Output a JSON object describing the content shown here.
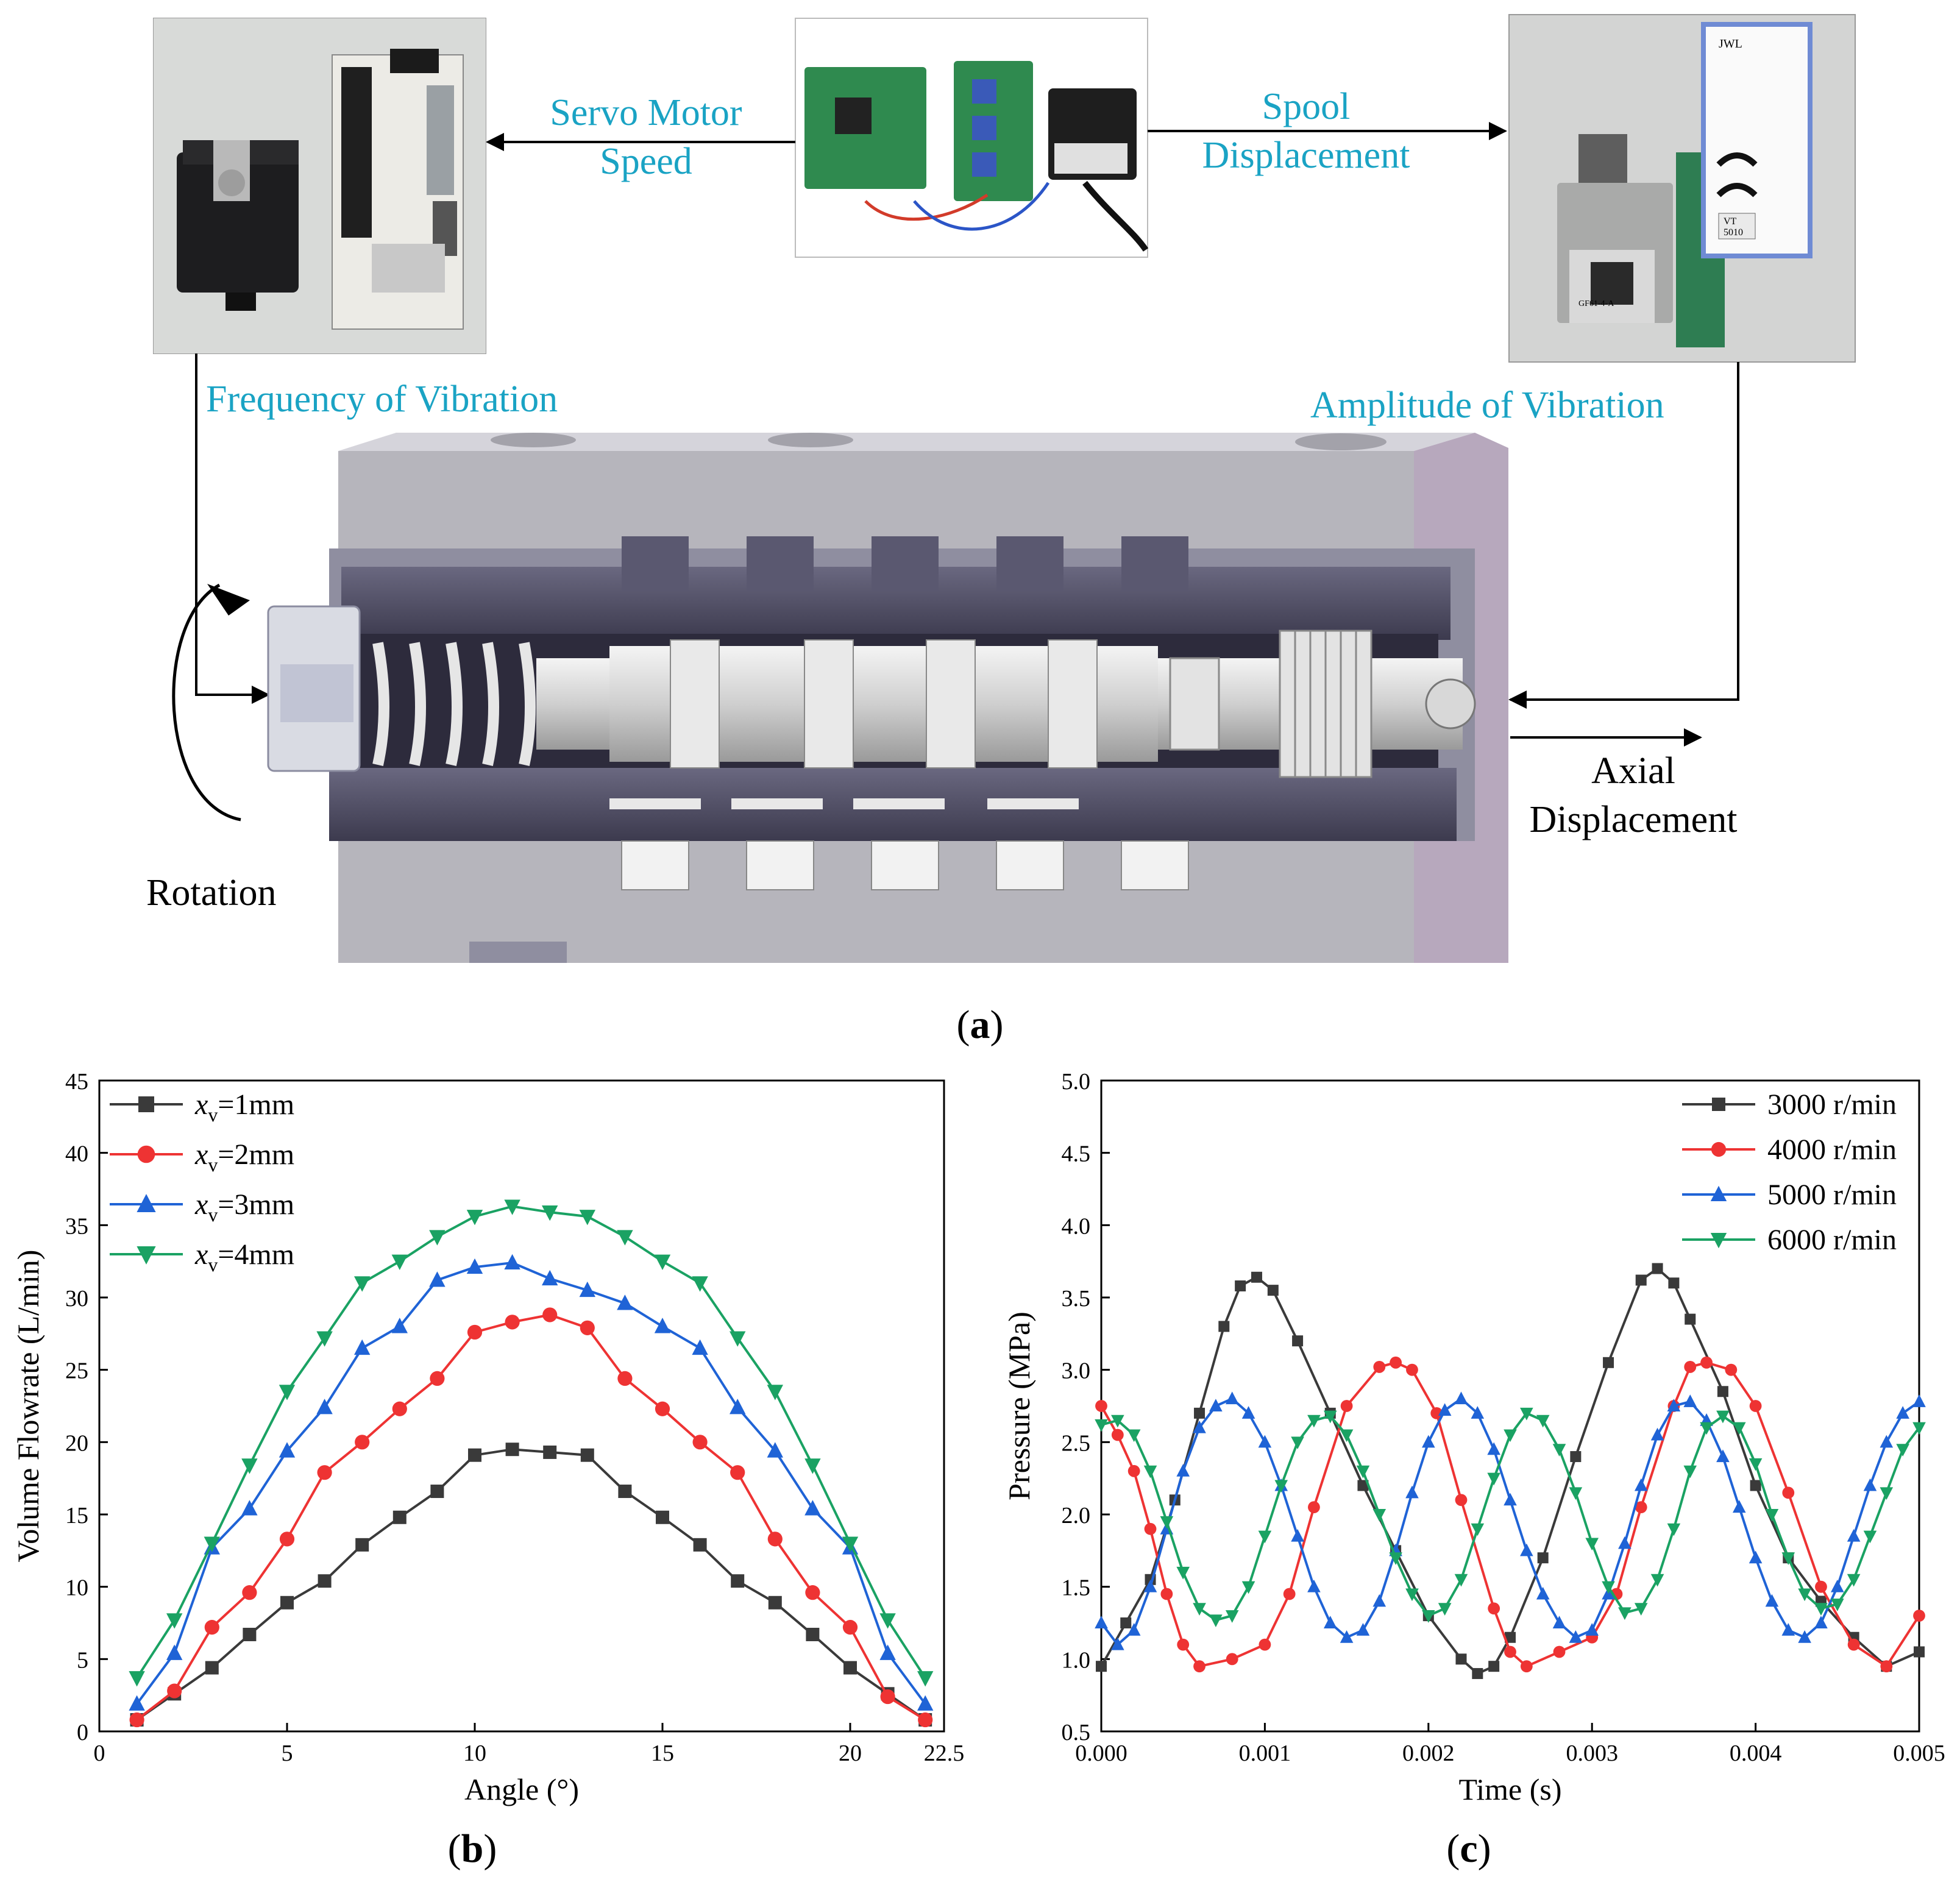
{
  "diagram": {
    "labels": {
      "servo_motor_speed": [
        "Servo Motor",
        "Speed"
      ],
      "spool_displacement": [
        "Spool",
        "Displacement"
      ],
      "frequency_of_vibration": "Frequency of Vibration",
      "amplitude_of_vibration": "Amplitude of Vibration",
      "rotation": "Rotation",
      "axial_displacement": [
        "Axial",
        "Displacement"
      ]
    },
    "photo_text": {
      "controller_brand": "JWL",
      "controller_model": [
        "VT",
        "5010"
      ],
      "valve_model": "GF61-4-A"
    },
    "colors": {
      "cyan_label": "#1aa3c4",
      "body_grey": "#b6b5bc",
      "sleeve_dark": "#4f4d62",
      "spool_light": "#dedede"
    }
  },
  "captions": {
    "a": "a",
    "b": "b",
    "c": "c"
  },
  "chart_data": [
    {
      "id": "b",
      "type": "line",
      "xlabel": "Angle (°)",
      "ylabel": "Volume Flowrate (L/min)",
      "xlim": [
        0,
        22.5
      ],
      "ylim": [
        0,
        45
      ],
      "xticks": [
        "0",
        "5",
        "10",
        "15",
        "20",
        "22.5"
      ],
      "xtick_values": [
        0,
        5,
        10,
        15,
        20,
        22.5
      ],
      "yticks": [
        "0",
        "5",
        "10",
        "15",
        "20",
        "25",
        "30",
        "35",
        "40",
        "45"
      ],
      "legend_position": "top-left",
      "x": [
        1,
        2,
        3,
        4,
        5,
        6,
        7,
        8,
        9,
        10,
        11,
        12,
        13,
        14,
        15,
        16,
        17,
        18,
        19,
        20,
        21,
        22
      ],
      "series": [
        {
          "name": "x_v=1mm",
          "legend_main": "x",
          "legend_sub": "v",
          "legend_rest": "=1mm",
          "color": "#3a3a3a",
          "marker": "square",
          "values": [
            0.8,
            2.6,
            4.4,
            6.7,
            8.9,
            10.4,
            12.9,
            14.8,
            16.6,
            19.1,
            19.5,
            19.3,
            19.1,
            16.6,
            14.8,
            12.9,
            10.4,
            8.9,
            6.7,
            4.4,
            2.6,
            0.8
          ]
        },
        {
          "name": "x_v=2mm",
          "legend_main": "x",
          "legend_sub": "v",
          "legend_rest": "=2mm",
          "color": "#ee3333",
          "marker": "circle",
          "values": [
            0.8,
            2.8,
            7.2,
            9.6,
            13.3,
            17.9,
            20.0,
            22.3,
            24.4,
            27.6,
            28.3,
            28.8,
            27.9,
            24.4,
            22.3,
            20.0,
            17.9,
            13.3,
            9.6,
            7.2,
            2.4,
            0.8
          ]
        },
        {
          "name": "x_v=3mm",
          "legend_main": "x",
          "legend_sub": "v",
          "legend_rest": "=3mm",
          "color": "#1f63d6",
          "marker": "triangle-up",
          "values": [
            1.9,
            5.4,
            12.7,
            15.4,
            19.4,
            22.4,
            26.5,
            28.0,
            31.2,
            32.1,
            32.4,
            31.3,
            30.5,
            29.6,
            28.0,
            26.5,
            22.4,
            19.4,
            15.4,
            12.7,
            5.4,
            1.9
          ]
        },
        {
          "name": "x_v=4mm",
          "legend_main": "x",
          "legend_sub": "v",
          "legend_rest": "=4mm",
          "color": "#1aa263",
          "marker": "triangle-down",
          "values": [
            3.7,
            7.7,
            13.0,
            18.4,
            23.5,
            27.2,
            31.0,
            32.5,
            34.2,
            35.6,
            36.3,
            35.9,
            35.6,
            34.2,
            32.5,
            31.0,
            27.2,
            23.5,
            18.4,
            13.0,
            7.7,
            3.7
          ]
        }
      ]
    },
    {
      "id": "c",
      "type": "line",
      "xlabel": "Time (s)",
      "ylabel": "Pressure  (MPa)",
      "xlim": [
        0,
        0.005
      ],
      "ylim": [
        0.5,
        5.0
      ],
      "xticks": [
        "0.000",
        "0.001",
        "0.002",
        "0.003",
        "0.004",
        "0.005"
      ],
      "xtick_values": [
        0,
        0.001,
        0.002,
        0.003,
        0.004,
        0.005
      ],
      "yticks": [
        "0.5",
        "1.0",
        "1.5",
        "2.0",
        "2.5",
        "3.0",
        "3.5",
        "4.0",
        "4.5",
        "5.0"
      ],
      "legend_position": "top-right",
      "series": [
        {
          "name": "3000 r/min",
          "color": "#3a3a3a",
          "marker": "square",
          "x": [
            0,
            0.00015,
            0.0003,
            0.00045,
            0.0006,
            0.00075,
            0.00085,
            0.00095,
            0.00105,
            0.0012,
            0.0014,
            0.0016,
            0.0018,
            0.002,
            0.0022,
            0.0023,
            0.0024,
            0.0025,
            0.0027,
            0.0029,
            0.0031,
            0.0033,
            0.0034,
            0.0035,
            0.0036,
            0.0038,
            0.004,
            0.0042,
            0.0044,
            0.0046,
            0.0048,
            0.005
          ],
          "values": [
            0.95,
            1.25,
            1.55,
            2.1,
            2.7,
            3.3,
            3.58,
            3.64,
            3.55,
            3.2,
            2.7,
            2.2,
            1.75,
            1.3,
            1.0,
            0.9,
            0.95,
            1.15,
            1.7,
            2.4,
            3.05,
            3.62,
            3.7,
            3.6,
            3.35,
            2.85,
            2.2,
            1.7,
            1.4,
            1.15,
            0.95,
            1.05
          ]
        },
        {
          "name": "4000 r/min",
          "color": "#ee3333",
          "marker": "circle",
          "x": [
            0,
            0.0001,
            0.0002,
            0.0003,
            0.0004,
            0.0005,
            0.0006,
            0.0008,
            0.001,
            0.00115,
            0.0013,
            0.0015,
            0.0017,
            0.0018,
            0.0019,
            0.00205,
            0.0022,
            0.0024,
            0.0025,
            0.0026,
            0.0028,
            0.003,
            0.00315,
            0.0033,
            0.0035,
            0.0036,
            0.0037,
            0.00385,
            0.004,
            0.0042,
            0.0044,
            0.0046,
            0.0048,
            0.005
          ],
          "values": [
            2.75,
            2.55,
            2.3,
            1.9,
            1.45,
            1.1,
            0.95,
            1.0,
            1.1,
            1.45,
            2.05,
            2.75,
            3.02,
            3.05,
            3.0,
            2.7,
            2.1,
            1.35,
            1.05,
            0.95,
            1.05,
            1.15,
            1.45,
            2.05,
            2.75,
            3.02,
            3.05,
            3.0,
            2.75,
            2.15,
            1.5,
            1.1,
            0.95,
            1.3
          ]
        },
        {
          "name": "5000 r/min",
          "color": "#1f63d6",
          "marker": "triangle-up",
          "x": [
            0,
            0.0001,
            0.0002,
            0.0003,
            0.0004,
            0.0005,
            0.0006,
            0.0007,
            0.0008,
            0.0009,
            0.001,
            0.0011,
            0.0012,
            0.0013,
            0.0014,
            0.0015,
            0.0016,
            0.0017,
            0.0018,
            0.0019,
            0.002,
            0.0021,
            0.0022,
            0.0023,
            0.0024,
            0.0025,
            0.0026,
            0.0027,
            0.0028,
            0.0029,
            0.003,
            0.0031,
            0.0032,
            0.0033,
            0.0034,
            0.0035,
            0.0036,
            0.0037,
            0.0038,
            0.0039,
            0.004,
            0.0041,
            0.0042,
            0.0043,
            0.0044,
            0.0045,
            0.0046,
            0.0047,
            0.0048,
            0.0049,
            0.005
          ],
          "values": [
            1.25,
            1.1,
            1.2,
            1.5,
            1.9,
            2.3,
            2.6,
            2.75,
            2.8,
            2.7,
            2.5,
            2.2,
            1.85,
            1.5,
            1.25,
            1.15,
            1.2,
            1.4,
            1.75,
            2.15,
            2.5,
            2.72,
            2.8,
            2.7,
            2.45,
            2.1,
            1.75,
            1.45,
            1.25,
            1.15,
            1.2,
            1.45,
            1.8,
            2.2,
            2.55,
            2.75,
            2.78,
            2.65,
            2.4,
            2.05,
            1.7,
            1.4,
            1.2,
            1.15,
            1.25,
            1.5,
            1.85,
            2.2,
            2.5,
            2.7,
            2.78
          ]
        },
        {
          "name": "6000 r/min",
          "color": "#1aa263",
          "marker": "triangle-down",
          "x": [
            0,
            0.0001,
            0.0002,
            0.0003,
            0.0004,
            0.0005,
            0.0006,
            0.0007,
            0.0008,
            0.0009,
            0.001,
            0.0011,
            0.0012,
            0.0013,
            0.0014,
            0.0015,
            0.0016,
            0.0017,
            0.0018,
            0.0019,
            0.002,
            0.0021,
            0.0022,
            0.0023,
            0.0024,
            0.0025,
            0.0026,
            0.0027,
            0.0028,
            0.0029,
            0.003,
            0.0031,
            0.0032,
            0.0033,
            0.0034,
            0.0035,
            0.0036,
            0.0037,
            0.0038,
            0.0039,
            0.004,
            0.0041,
            0.0042,
            0.0043,
            0.0044,
            0.0045,
            0.0046,
            0.0047,
            0.0048,
            0.0049,
            0.005
          ],
          "values": [
            2.62,
            2.65,
            2.55,
            2.3,
            1.95,
            1.6,
            1.35,
            1.27,
            1.3,
            1.5,
            1.85,
            2.2,
            2.5,
            2.65,
            2.68,
            2.55,
            2.3,
            2.0,
            1.7,
            1.45,
            1.3,
            1.35,
            1.55,
            1.9,
            2.25,
            2.55,
            2.7,
            2.65,
            2.45,
            2.15,
            1.8,
            1.5,
            1.32,
            1.35,
            1.55,
            1.9,
            2.3,
            2.6,
            2.68,
            2.6,
            2.35,
            2.0,
            1.7,
            1.45,
            1.35,
            1.38,
            1.55,
            1.85,
            2.15,
            2.45,
            2.6
          ]
        }
      ]
    }
  ]
}
